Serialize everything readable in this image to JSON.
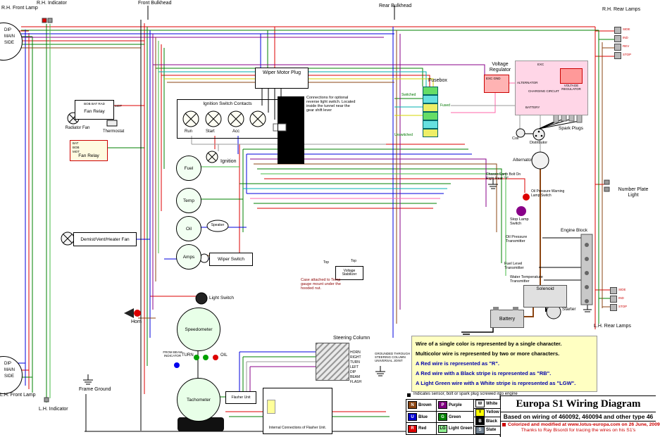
{
  "edge": {
    "rh_front_lamp": "R.H. Front Lamp",
    "rh_indicator": "R.H. Indicator",
    "front_bulkhead": "Front Bulkhead",
    "rear_bulkhead": "Rear Bulkhead",
    "rh_rear_lamps": "R.H. Rear Lamps",
    "lh_front_lamp": "L.H. Front Lamp",
    "lh_indicator": "L.H. Indicator",
    "frame_ground": "Frame Ground",
    "lh_rear_lamps": "L.H. Rear Lamps",
    "number_plate_light": "Number Plate Light"
  },
  "lamp": {
    "dip": "DIP",
    "main": "MAIN",
    "side": "SIDE"
  },
  "left": {
    "fan_relay1_label": "Fan Relay",
    "fan_relay1_terms": "BOB BAT RAD",
    "mot": "MOT",
    "radiator_fan": "Radiator Fan",
    "thermostat": "Thermostat",
    "fan_relay2_label": "Fan Relay",
    "fan_relay2_rows": [
      "BAT",
      "BOB",
      "MOT"
    ],
    "demist_fan": "Demist/Vent/Heater Fan",
    "horn": "Horn"
  },
  "center": {
    "wiper_motor_plug": "Wiper Motor Plug",
    "ignition_switch_title": "Ignition Switch Contacts",
    "pos_run": "Run",
    "pos_start": "Start",
    "pos_acc": "Acc",
    "ignition": "Ignition",
    "fuel": "Fuel",
    "temp": "Temp",
    "oil": "Oil",
    "amps": "Amps",
    "speaker": "Speaker",
    "wiper_switch": "Wiper Switch",
    "light_switch": "Light Switch",
    "speedometer": "Speedometer",
    "tachometer": "Tachometer",
    "flasher_unit": "Flasher Unit",
    "flasher_internal": "Internal Connections of Flasher Unit.",
    "voltage_stabilizer": "Voltage Stabilizer",
    "top": "Top",
    "turn": "TURN",
    "oil_lamp": "OIL",
    "beam_note": "FROM BEAM INDICATOR"
  },
  "column": {
    "title": "Steering Column",
    "ground_note": "GROUNDED THROUGH STEERING COLUMN UNIVERSAL JOINT",
    "stalk": [
      "HORN",
      "RIGHT",
      "TURN",
      "LEFT",
      "DIP",
      "BEAM",
      "FLASH"
    ]
  },
  "right": {
    "voltage_regulator": "Voltage Regulator",
    "exc_gnd": "EXC GND",
    "fusebox": "Fusebox",
    "switched": "Switched",
    "unswitched": "Unswitched",
    "fused": "Fused",
    "charging": {
      "exc": "EXC",
      "alternator": "ALTERNATOR",
      "regulator": "VOLTAGE REGULATOR",
      "circuit": "CHARGING CIRCUIT",
      "battery": "BATTERY"
    },
    "spark_plugs": "Spark Plugs",
    "coil": "Coil",
    "distributor": "Distributor",
    "alternator": "Alternator",
    "chassis_earth": "Chassis Earth Bolt On Right Rear \"Y\"",
    "oil_warning": "Oil Pressure Warning Lamp Switch",
    "stop_lamp": "Stop Lamp Switch",
    "oil_transmitter": "Oil Pressure Transmitter",
    "engine_block": "Engine Block",
    "fuel_transmitter": "Fuel Level Transmitter",
    "water_transmitter": "Water Temperature Transmitter",
    "solenoid": "Solenoid",
    "starter": "Starter",
    "battery": "Battery"
  },
  "rear_lamps": {
    "rh": [
      "SIDE",
      "IND",
      "REV",
      "STOP"
    ],
    "lh": [
      "SIDE",
      "IND",
      "STOP"
    ]
  },
  "notes": {
    "reverse_switch": "Connections for optional reverse light switch. Located inside the tunnel near the gear shift lever",
    "temp_gauge": "Case attached to Temp gauge mount under the hooded nut.",
    "sensor": "Indicates sensor, bolt or spark plug screwed into engine",
    "wire_box": [
      "Wire of a single color is represented by a single character.",
      "Multicolor wire is represented by two or more characters.",
      "A Red wire is represented as \"R\".",
      "A Red wire with a Black stripe is represented as \"RB\".",
      "A Light Green wire with a White stripe is represented as \"LGW\"."
    ]
  },
  "legend": {
    "col1": [
      {
        "code": "N",
        "name": "Brown",
        "bg": "#8b4513",
        "fg": "#ffffff"
      },
      {
        "code": "U",
        "name": "Blue",
        "bg": "#0000cd",
        "fg": "#ffffff"
      },
      {
        "code": "R",
        "name": "Red",
        "bg": "#dd0000",
        "fg": "#ffffff"
      }
    ],
    "col2": [
      {
        "code": "P",
        "name": "Purple",
        "bg": "#800080",
        "fg": "#ffffff"
      },
      {
        "code": "G",
        "name": "Green",
        "bg": "#008000",
        "fg": "#ffffff"
      },
      {
        "code": "LG",
        "name": "Light Green",
        "bg": "#90ee90",
        "fg": "#000000"
      }
    ],
    "col3": [
      {
        "code": "W",
        "name": "White",
        "bg": "#ffffff",
        "fg": "#000000"
      },
      {
        "code": "Y",
        "name": "Yellow",
        "bg": "#ffff00",
        "fg": "#000000"
      },
      {
        "code": "B",
        "name": "Black",
        "bg": "#000000",
        "fg": "#ffffff"
      },
      {
        "code": "S",
        "name": "Slate",
        "bg": "#708090",
        "fg": "#ffffff"
      }
    ]
  },
  "title_block": {
    "title": "Europa S1 Wiring Diagram",
    "subtitle": "Based on wiring of 460092, 460094 and other type 46",
    "credit1": "Colorized and modified at www.lotus-europa.com on 26 June, 2009",
    "credit2": "Thanks to Ray Bisordi for tracing the wires on his S1's"
  }
}
